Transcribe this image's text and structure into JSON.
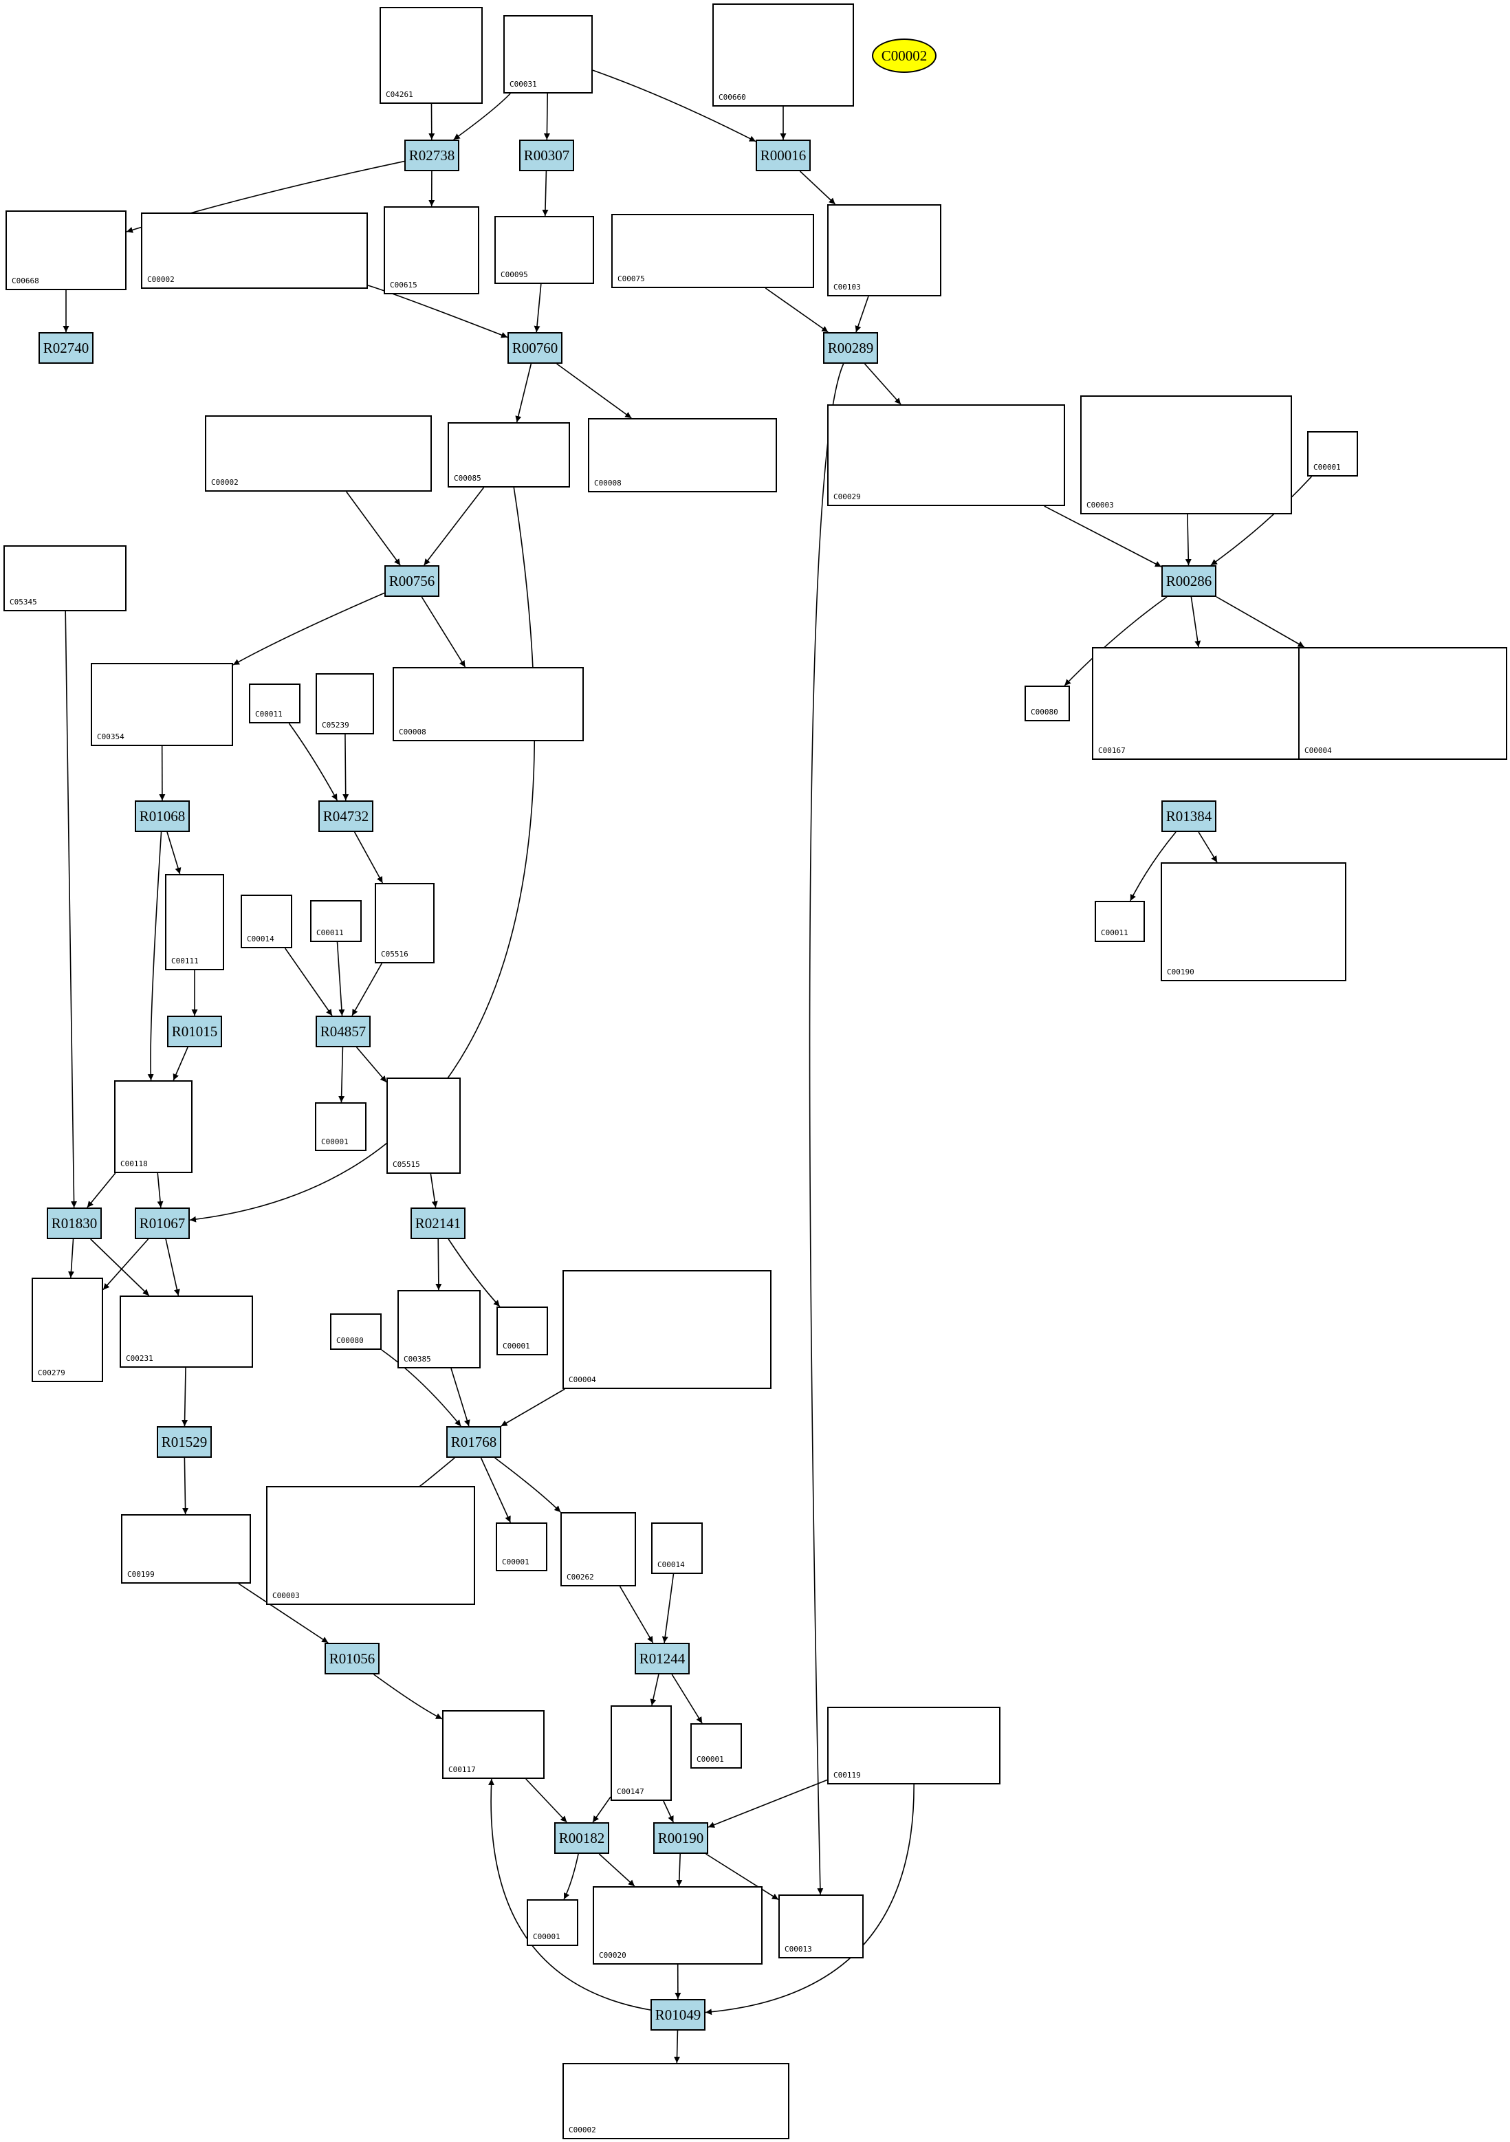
{
  "highlight": {
    "label": "C00002",
    "fill": "#ffff00"
  },
  "colors": {
    "reaction_fill": "#add8e6",
    "edge": "#000000"
  },
  "reactions": [
    {
      "id": "R02738"
    },
    {
      "id": "R00307"
    },
    {
      "id": "R00016"
    },
    {
      "id": "R02740"
    },
    {
      "id": "R00760"
    },
    {
      "id": "R00289"
    },
    {
      "id": "R00756"
    },
    {
      "id": "R00286"
    },
    {
      "id": "R01068"
    },
    {
      "id": "R04732"
    },
    {
      "id": "R01384"
    },
    {
      "id": "R01015"
    },
    {
      "id": "R04857"
    },
    {
      "id": "R01830"
    },
    {
      "id": "R01067"
    },
    {
      "id": "R02141"
    },
    {
      "id": "R01529"
    },
    {
      "id": "R01768"
    },
    {
      "id": "R01056"
    },
    {
      "id": "R01244"
    },
    {
      "id": "R00182"
    },
    {
      "id": "R00190"
    },
    {
      "id": "R01049"
    }
  ],
  "compounds": [
    {
      "id": "C04261",
      "structure_type": "ring-chain"
    },
    {
      "id": "C00031",
      "structure_type": "pyranose"
    },
    {
      "id": "C00660",
      "structure_type": "pyranose-phosphate"
    },
    {
      "id": "C00668",
      "structure_type": "pyranose-phosphate"
    },
    {
      "id": "C00002",
      "structure_type": "nucleotide"
    },
    {
      "id": "C00615",
      "structure_type": "ring-chain"
    },
    {
      "id": "C00095",
      "structure_type": "furanose"
    },
    {
      "id": "C00075",
      "structure_type": "nucleotide"
    },
    {
      "id": "C00103",
      "structure_type": "pyranose-phosphate"
    },
    {
      "id": "C00002",
      "structure_type": "nucleotide"
    },
    {
      "id": "C00085",
      "structure_type": "furanose"
    },
    {
      "id": "C00008",
      "structure_type": "nucleotide"
    },
    {
      "id": "C00029",
      "structure_type": "nucleotide"
    },
    {
      "id": "C00003",
      "structure_type": "dinucleotide"
    },
    {
      "id": "C00001",
      "structure_type": "small"
    },
    {
      "id": "C05345",
      "structure_type": "furanose"
    },
    {
      "id": "C00354",
      "structure_type": "furanose"
    },
    {
      "id": "C00011",
      "structure_type": "small"
    },
    {
      "id": "C05239",
      "structure_type": "ring-small"
    },
    {
      "id": "C00008",
      "structure_type": "nucleotide"
    },
    {
      "id": "C00080",
      "structure_type": "ion"
    },
    {
      "id": "C00167",
      "structure_type": "nucleotide"
    },
    {
      "id": "C00004",
      "structure_type": "dinucleotide"
    },
    {
      "id": "C00111",
      "structure_type": "chain"
    },
    {
      "id": "C00014",
      "structure_type": "small"
    },
    {
      "id": "C00011",
      "structure_type": "small"
    },
    {
      "id": "C05516",
      "structure_type": "ring-small"
    },
    {
      "id": "C00011",
      "structure_type": "small"
    },
    {
      "id": "C00190",
      "structure_type": "nucleotide"
    },
    {
      "id": "C00118",
      "structure_type": "chain"
    },
    {
      "id": "C00001",
      "structure_type": "small"
    },
    {
      "id": "C05515",
      "structure_type": "ring-small"
    },
    {
      "id": "C00279",
      "structure_type": "chain"
    },
    {
      "id": "C00231",
      "structure_type": "chain"
    },
    {
      "id": "C00080",
      "structure_type": "ion"
    },
    {
      "id": "C00385",
      "structure_type": "ring-small"
    },
    {
      "id": "C00001",
      "structure_type": "small"
    },
    {
      "id": "C00004",
      "structure_type": "dinucleotide"
    },
    {
      "id": "C00199",
      "structure_type": "chain"
    },
    {
      "id": "C00003",
      "structure_type": "dinucleotide"
    },
    {
      "id": "C00001",
      "structure_type": "small"
    },
    {
      "id": "C00262",
      "structure_type": "ring-small"
    },
    {
      "id": "C00014",
      "structure_type": "small"
    },
    {
      "id": "C00117",
      "structure_type": "furanose"
    },
    {
      "id": "C00147",
      "structure_type": "ring-small"
    },
    {
      "id": "C00001",
      "structure_type": "small"
    },
    {
      "id": "C00119",
      "structure_type": "furanose"
    },
    {
      "id": "C00001",
      "structure_type": "small"
    },
    {
      "id": "C00020",
      "structure_type": "nucleotide"
    },
    {
      "id": "C00013",
      "structure_type": "chain"
    },
    {
      "id": "C00002",
      "structure_type": "nucleotide"
    }
  ]
}
